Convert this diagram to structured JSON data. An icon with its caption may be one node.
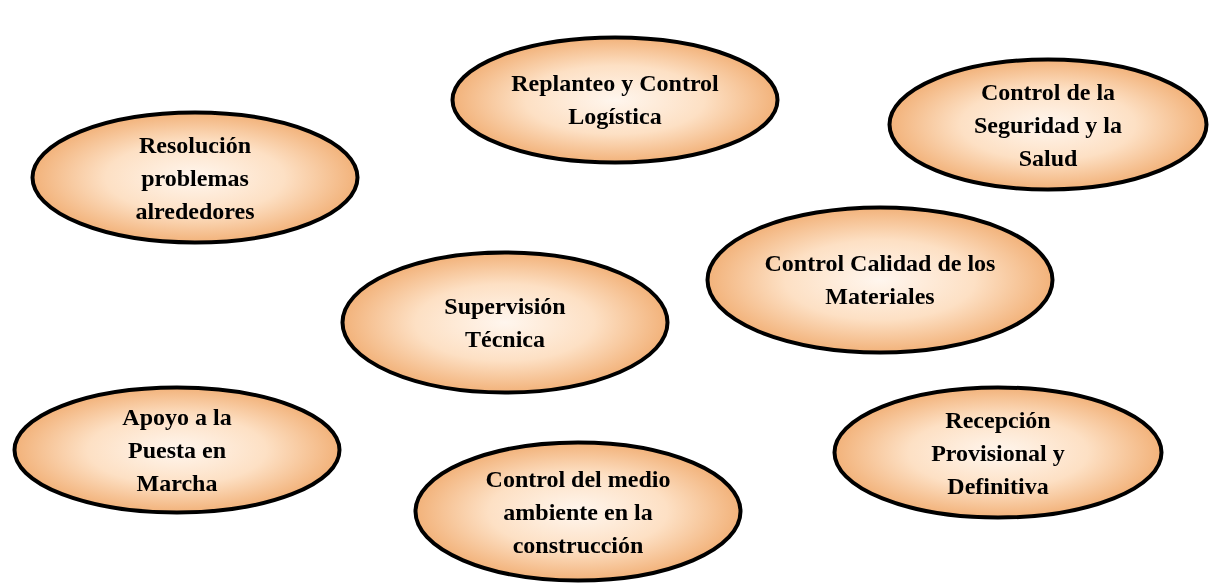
{
  "diagram": {
    "nodes": [
      {
        "text": [
          "Replanteo y Control Logística"
        ]
      },
      {
        "text": [
          "Control de la Seguridad y la Salud"
        ]
      },
      {
        "text": [
          "Resolución problemas alrededores"
        ]
      },
      {
        "text": [
          "Control Calidad de los Materiales"
        ]
      },
      {
        "text": [
          "Supervisión Técnica"
        ]
      },
      {
        "text": [
          "Apoyo a la Puesta en Marcha"
        ]
      },
      {
        "text": [
          "Recepción Provisional y Definitiva"
        ]
      },
      {
        "text": [
          "Control del medio ambiente en la construcción"
        ]
      }
    ],
    "edges": []
  }
}
